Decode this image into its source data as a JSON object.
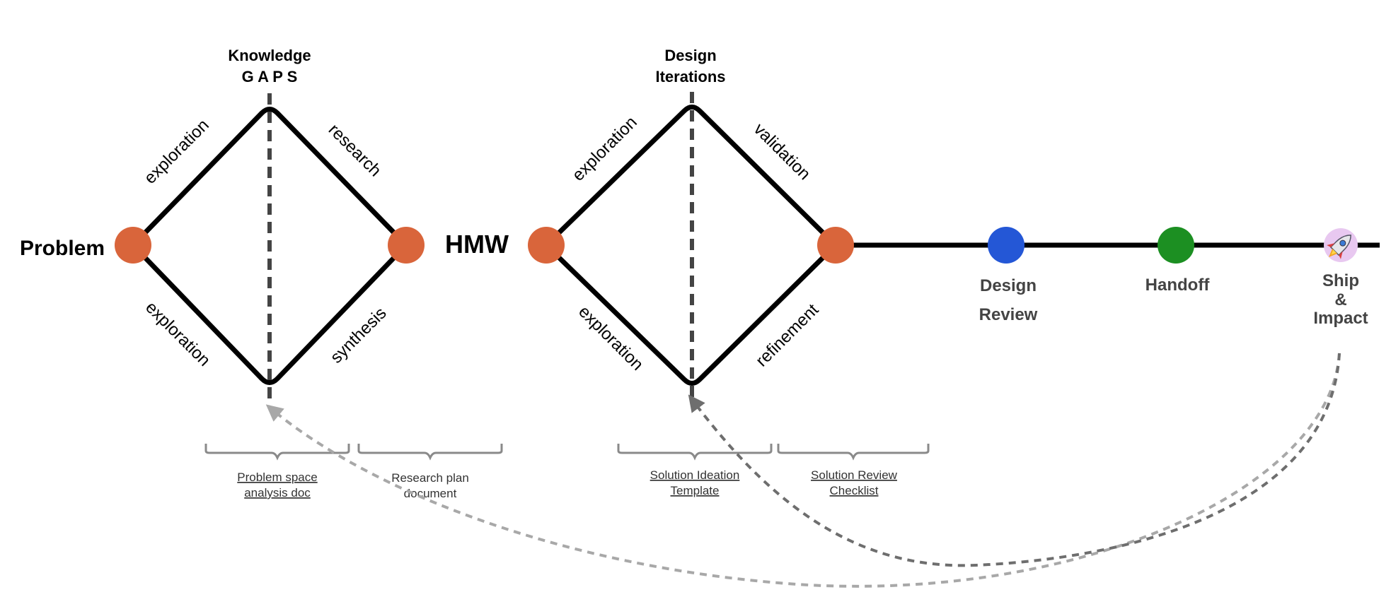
{
  "stages": {
    "problem": "Problem",
    "hmw": "HMW"
  },
  "diamond1": {
    "title_line1": "Knowledge",
    "title_line2": "G A P S",
    "edge_upper_left": "exploration",
    "edge_upper_right": "research",
    "edge_lower_left": "exploration",
    "edge_lower_right": "synthesis"
  },
  "diamond2": {
    "title_line1": "Design",
    "title_line2": "Iterations",
    "edge_upper_left": "exploration",
    "edge_upper_right": "validation",
    "edge_lower_left": "exploration",
    "edge_lower_right": "refinement"
  },
  "milestones": {
    "design_review_line1": "Design",
    "design_review_line2": "Review",
    "handoff": "Handoff",
    "ship_line1": "Ship",
    "ship_line2": "&",
    "ship_line3": "Impact"
  },
  "artifacts": {
    "problem_space_line1": "Problem space",
    "problem_space_line2": "analysis doc",
    "research_plan_line1": "Research plan",
    "research_plan_line2": "document",
    "solution_ideation_line1": "Solution Ideation",
    "solution_ideation_line2": "Template",
    "solution_review_line1": "Solution Review",
    "solution_review_line2": "Checklist"
  },
  "colors": {
    "node_orange": "#d9653b",
    "design_review_blue": "#2457d6",
    "handoff_green": "#1c8f22",
    "line_black": "#000000",
    "dashed_dark": "#444444",
    "feedback_light": "#a8a8a8",
    "feedback_dark": "#6e6e6e",
    "rocket_bg": "#e8c8f0"
  },
  "icons": {
    "ship": "rocket-icon"
  }
}
